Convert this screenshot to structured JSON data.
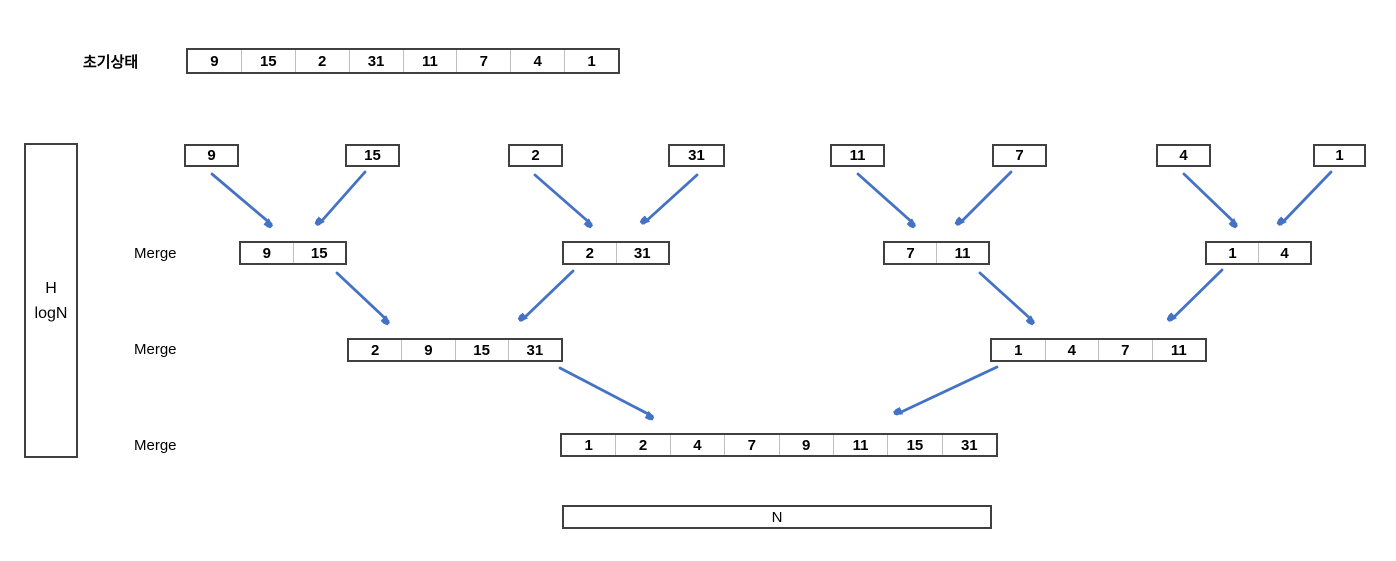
{
  "diagram": {
    "title_label": "초기상태",
    "merge_label": "Merge",
    "n_label": "N",
    "height_box": {
      "line1": "H",
      "line2": "logN"
    },
    "colors": {
      "arrow": "#4472C4",
      "box_border": "#404040",
      "cell_separator": "#BFBFBF"
    },
    "initial_array": [
      "9",
      "15",
      "2",
      "31",
      "11",
      "7",
      "4",
      "1"
    ],
    "level1": [
      "9",
      "15",
      "2",
      "31",
      "11",
      "7",
      "4",
      "1"
    ],
    "level2": [
      [
        "9",
        "15"
      ],
      [
        "2",
        "31"
      ],
      [
        "7",
        "11"
      ],
      [
        "1",
        "4"
      ]
    ],
    "level3": [
      [
        "2",
        "9",
        "15",
        "31"
      ],
      [
        "1",
        "4",
        "7",
        "11"
      ]
    ],
    "level4": [
      "1",
      "2",
      "4",
      "7",
      "9",
      "11",
      "15",
      "31"
    ]
  }
}
